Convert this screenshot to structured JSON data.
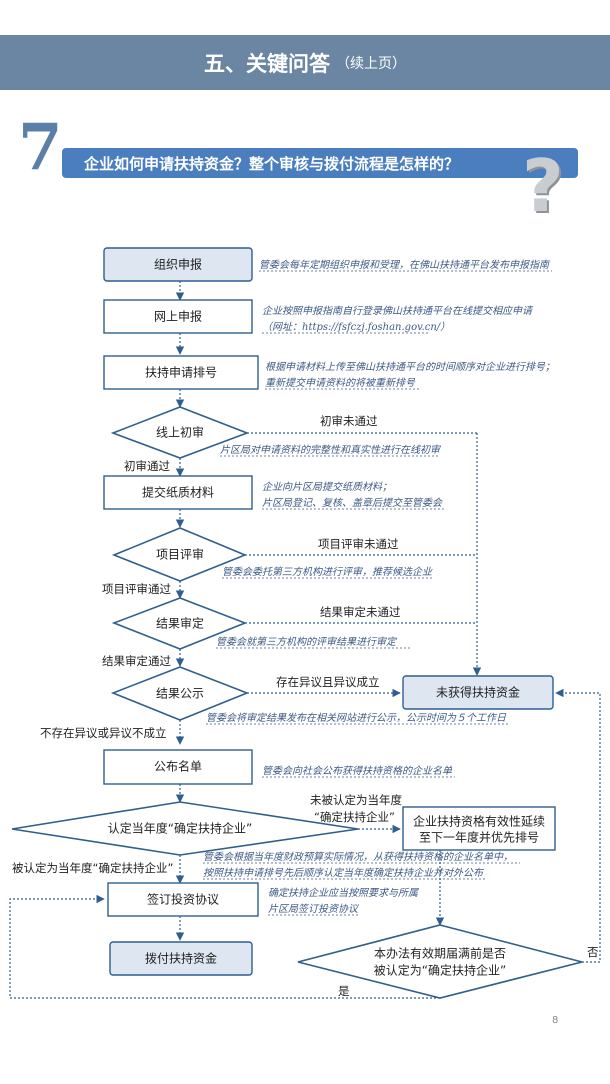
{
  "banner": {
    "title": "五、关键问答",
    "subtitle": "（续上页）"
  },
  "section_number": "7",
  "question": "企业如何申请扶持资金？整个审核与拨付流程是怎样的？",
  "question_mark": "?",
  "steps": {
    "s1": "组织申报",
    "s2": "网上申报",
    "s3": "扶持申请排号",
    "d1": "线上初审",
    "s4": "提交纸质材料",
    "d2": "项目评审",
    "d3": "结果审定",
    "d4": "结果公示",
    "s5": "公布名单",
    "d5": "认定当年度“确定扶持企业”",
    "s6": "签订投资协议",
    "s7": "拨付扶持资金",
    "d6_line1": "本办法有效期届满前是否",
    "d6_line2": "被认定为“确定扶持企业”",
    "r1": "未获得扶持资金",
    "r2_line1": "企业扶持资格有效性延续",
    "r2_line2": "至下一年度并优先排号"
  },
  "notes": {
    "n1": "管委会每年定期组织申报和受理，在佛山扶持通平台发布申报指南",
    "n2_line1": "企业按照申报指南自行登录佛山扶持通平台在线提交相应申请",
    "n2_line2": "（网址：https://fsfczj.foshan.gov.cn/）",
    "n3_line1": "根据申请材料上传至佛山扶持通平台的时间顺序对企业进行排号；",
    "n3_line2": "重新提交申请资料的将被重新排号",
    "n4": "片区局对申请资料的完整性和真实性进行在线初审",
    "n5_line1": "企业向片区局提交纸质材料；",
    "n5_line2": "片区局登记、复核、盖章后提交至管委会",
    "n6": "管委会委托第三方机构进行评审，推荐候选企业",
    "n7": "管委会就第三方机构的评审结果进行审定",
    "n8": "管委会将审定结果发布在相关网站进行公示，公示时间为５个工作日",
    "n9": "管委会向社会公布获得扶持资格的企业名单",
    "n10_line1": "管委会根据当年度财政预算实际情况，从获得扶持资格的企业名单中，",
    "n10_line2": "按照扶持申请排号先后顺序认定当年度确定扶持企业并对外公布",
    "n11_line1": "确定扶持企业应当按照要求与所属",
    "n11_line2": "片区局签订投资协议"
  },
  "labels": {
    "fail1": "初审未通过",
    "pass1": "初审通过",
    "fail2": "项目评审未通过",
    "pass2": "项目评审通过",
    "fail3": "结果审定未通过",
    "pass3": "结果审定通过",
    "fail4": "存在异议且异议成立",
    "pass4": "不存在异议或异议不成立",
    "fail5_line1": "未被认定为当年度",
    "fail5_line2": "“确定扶持企业”",
    "pass5": "被认定为当年度“确定扶持企业”",
    "no": "否",
    "yes": "是"
  },
  "page_number": "8",
  "colors": {
    "banner": "#6a86a3",
    "question_bar": "#4a7ebf",
    "box_fill": "#dde6f1",
    "stroke": "#2f5f8f",
    "note_text": "#3d5a85"
  }
}
